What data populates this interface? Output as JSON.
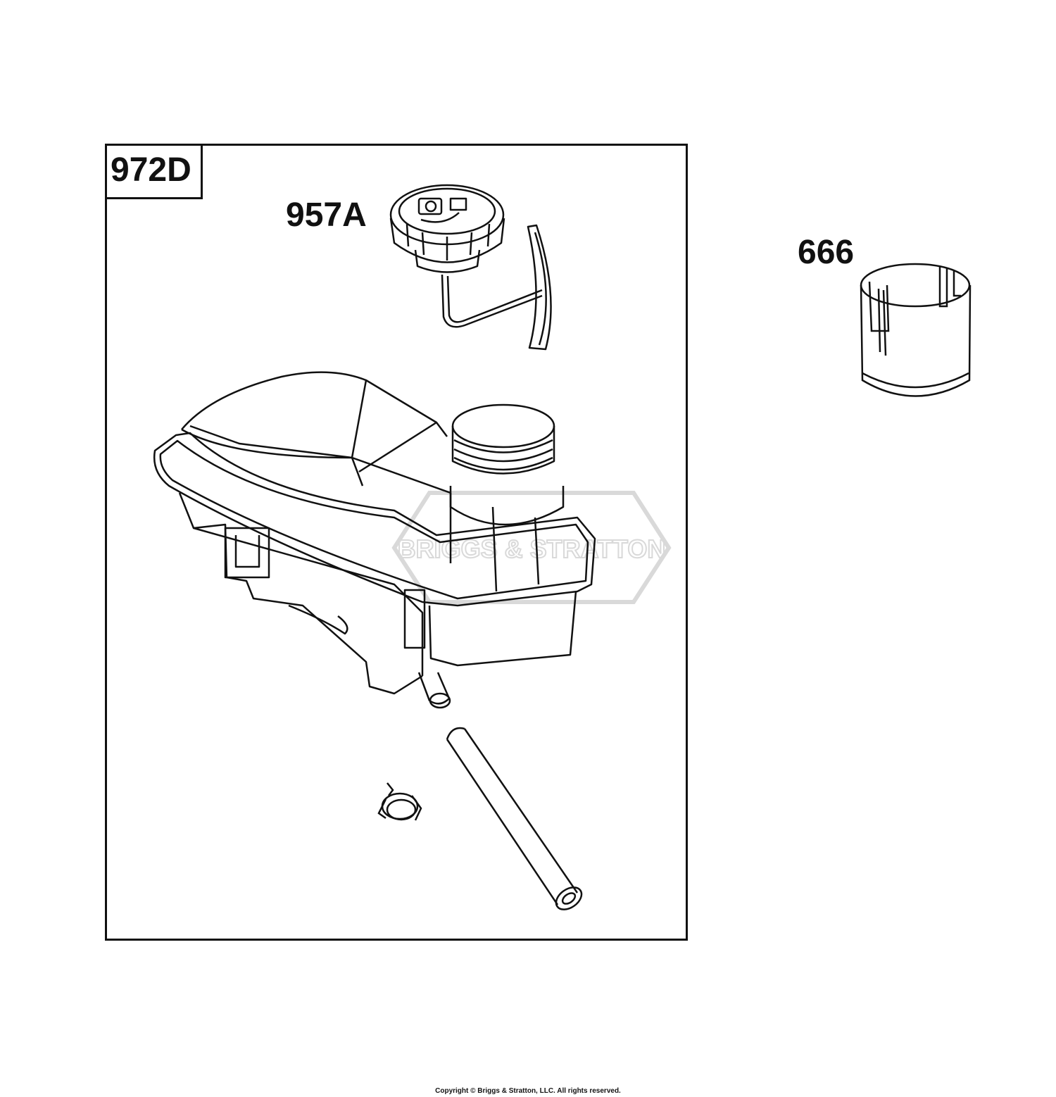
{
  "labels": {
    "kit": "972D",
    "cap": "957A",
    "sleeve": "666"
  },
  "watermark": "BRIGGS & STRATTON",
  "footer": {
    "copyright": "Copyright © Briggs & Stratton, LLC. All rights reserved."
  },
  "colors": {
    "line": "#111111",
    "watermark": "#d9d9d9",
    "background": "#ffffff"
  }
}
